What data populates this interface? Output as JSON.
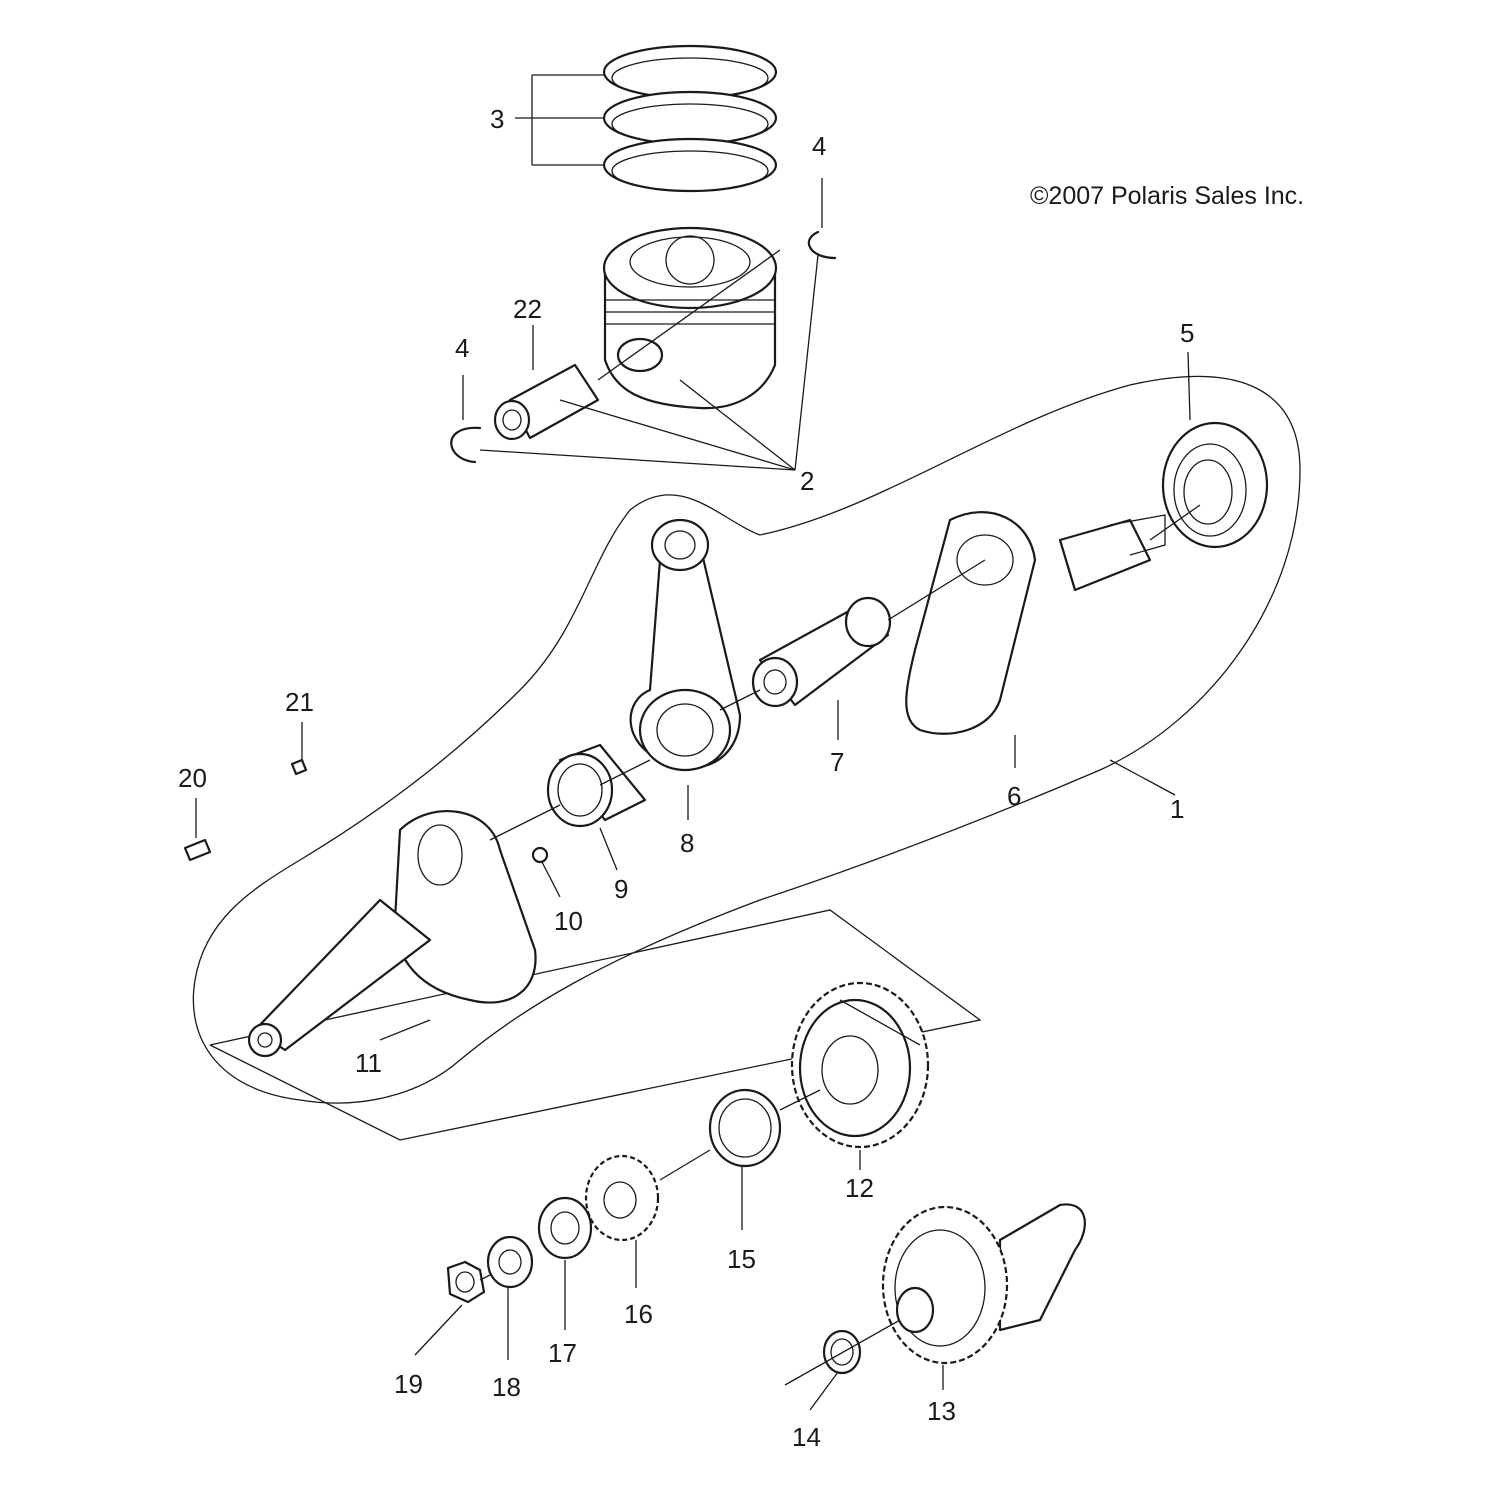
{
  "copyright": "©2007  Polaris Sales Inc.",
  "callouts": {
    "c1": "1",
    "c2": "2",
    "c3": "3",
    "c4a": "4",
    "c4b": "4",
    "c5": "5",
    "c6": "6",
    "c7": "7",
    "c8": "8",
    "c9": "9",
    "c10": "10",
    "c11": "11",
    "c12": "12",
    "c13": "13",
    "c14": "14",
    "c15": "15",
    "c16": "16",
    "c17": "17",
    "c18": "18",
    "c19": "19",
    "c20": "20",
    "c21": "21",
    "c22": "22"
  }
}
